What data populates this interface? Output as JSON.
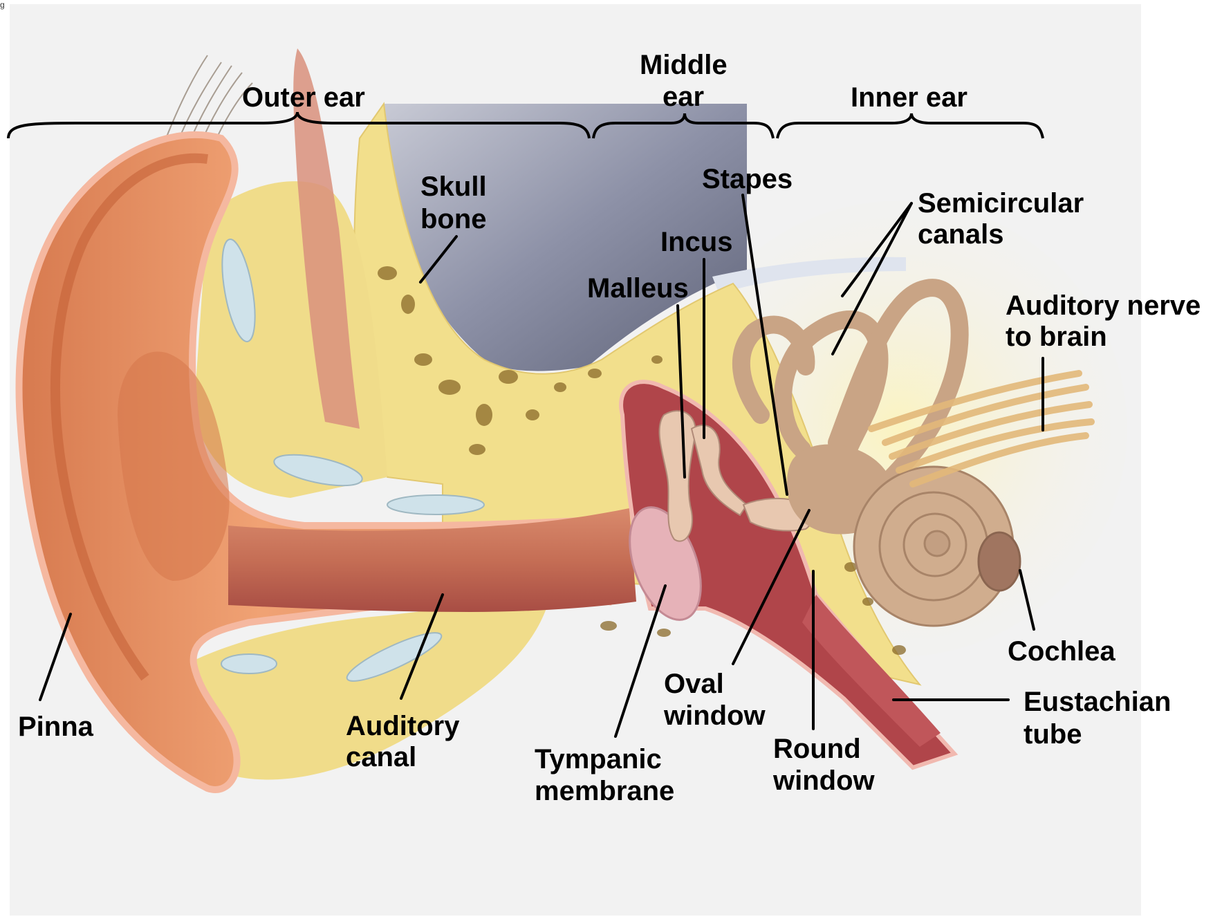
{
  "corner_mark": "g",
  "regions": {
    "outer": "Outer ear",
    "middle_1": "Middle",
    "middle_2": "ear",
    "inner": "Inner ear"
  },
  "labels": {
    "skull_1": "Skull",
    "skull_2": "bone",
    "stapes": "Stapes",
    "semicircular_1": "Semicircular",
    "semicircular_2": "canals",
    "incus": "Incus",
    "malleus": "Malleus",
    "nerve_1": "Auditory nerve",
    "nerve_2": "to brain",
    "cochlea": "Cochlea",
    "oval_1": "Oval",
    "oval_2": "window",
    "eustachian_1": "Eustachian",
    "eustachian_2": "tube",
    "pinna": "Pinna",
    "canal_1": "Auditory",
    "canal_2": "canal",
    "round_1": "Round",
    "round_2": "window",
    "tympanic_1": "Tympanic",
    "tympanic_2": "membrane"
  },
  "colors": {
    "background": "#f2f2f2",
    "skin": "#e8946a",
    "skin_dark": "#c8663e",
    "canal_interior": "#b5524a",
    "bone": "#f3e39a",
    "brain": "#8a8fa5",
    "labyrinth": "#c9a485"
  }
}
